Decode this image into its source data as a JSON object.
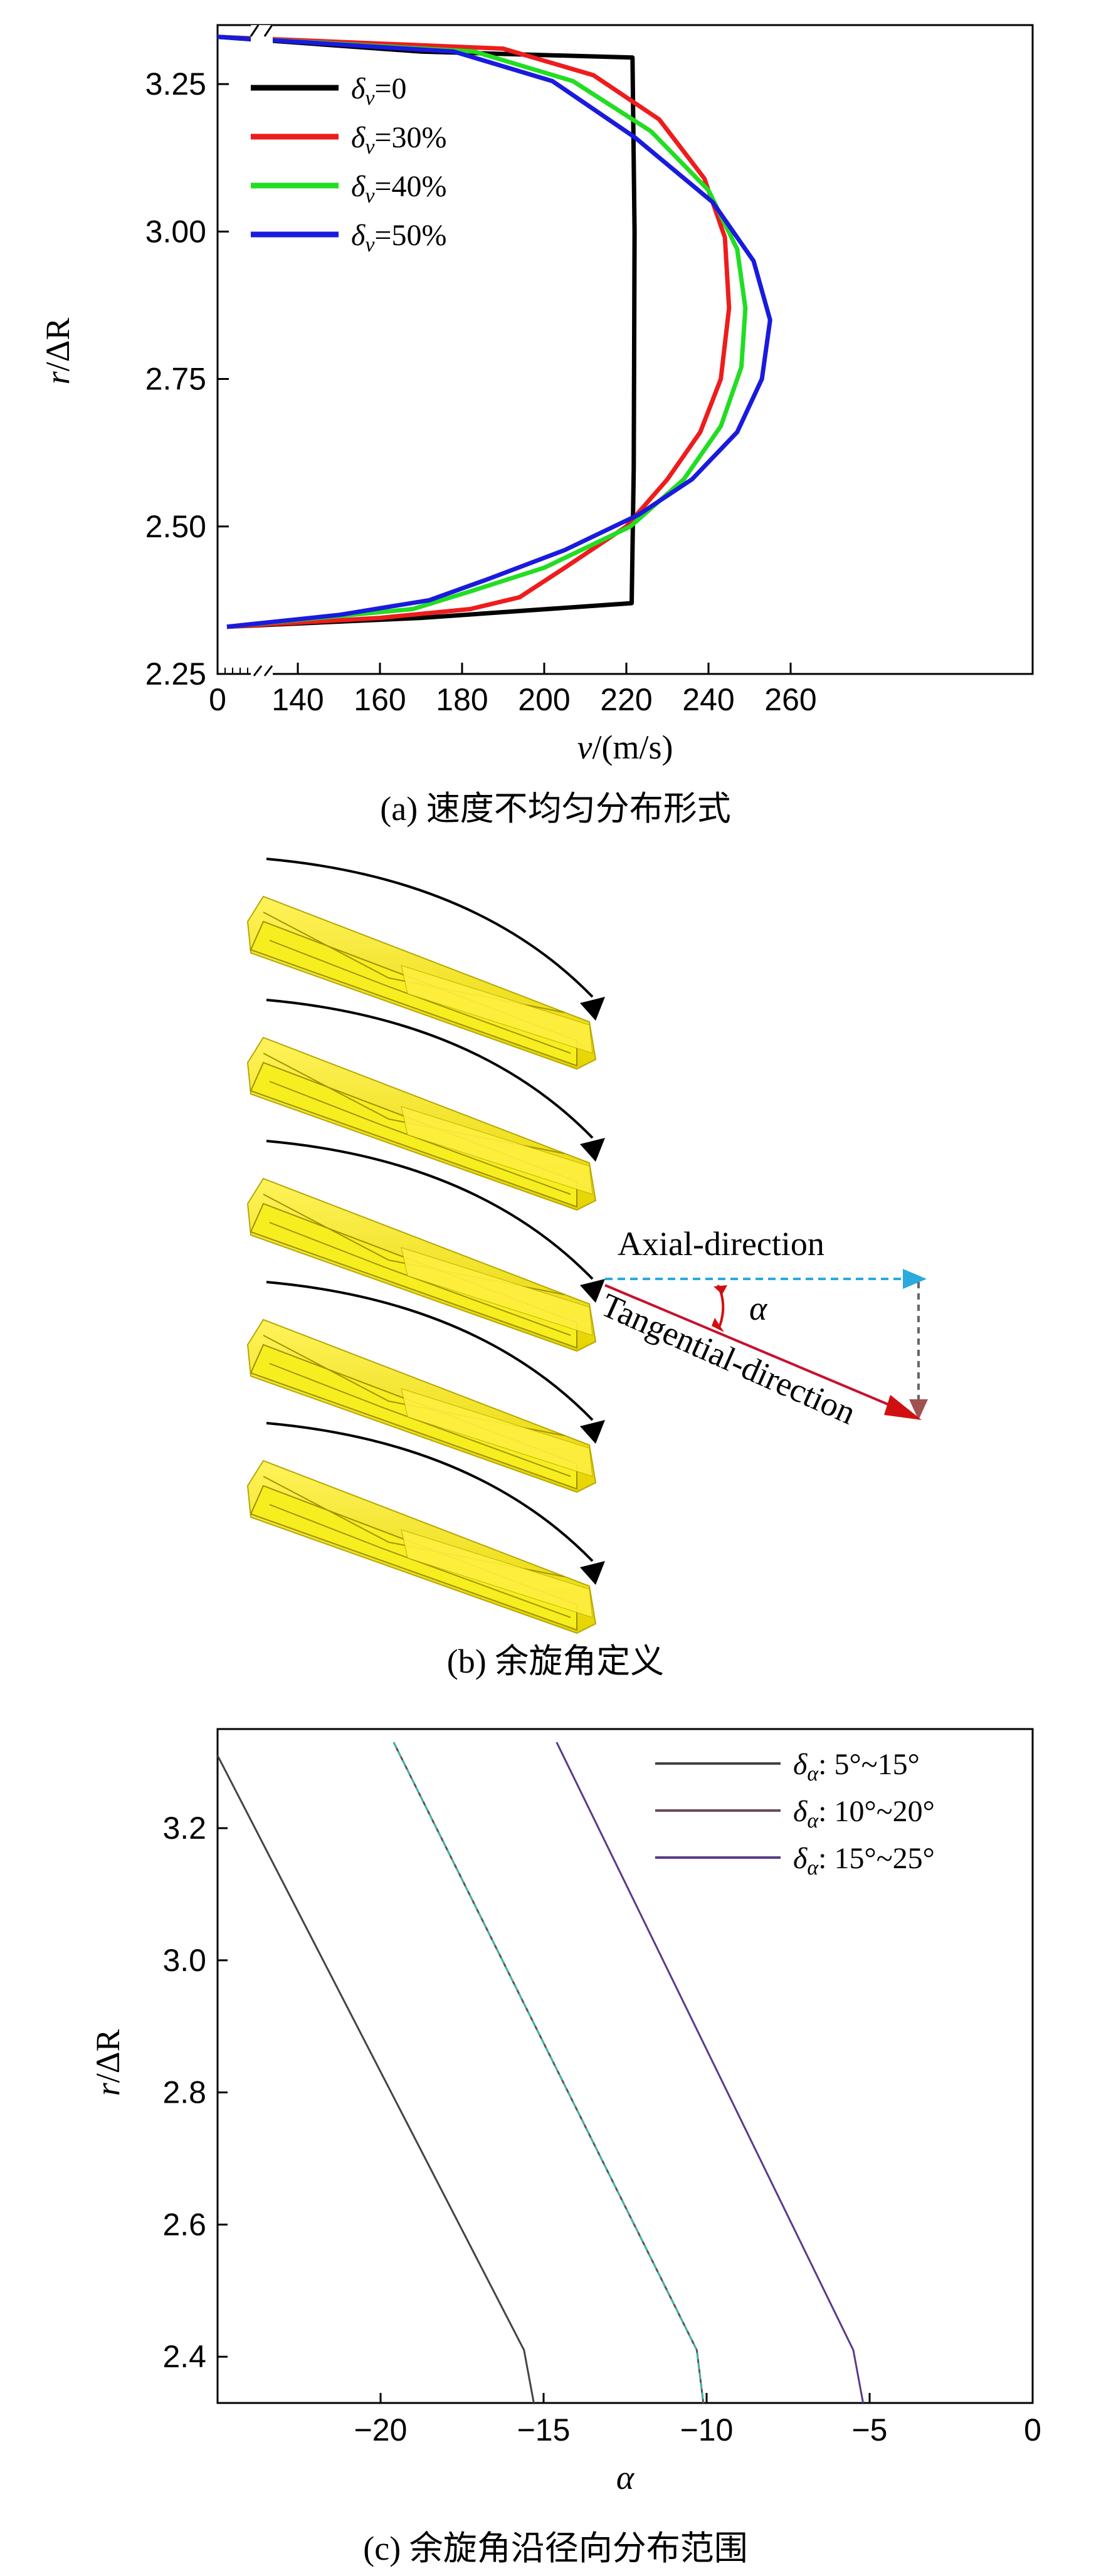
{
  "chart_data": [
    {
      "type": "line",
      "xlabel_var": "v",
      "xlabel_unit": "/(m/s)",
      "ylabel_var": "r",
      "ylabel_rest": "/ΔR",
      "xlim": [
        120,
        275
      ],
      "ylim": [
        2.25,
        3.35
      ],
      "x_ticks": [
        "0",
        "140",
        "160",
        "180",
        "200",
        "220",
        "240",
        "260"
      ],
      "y_ticks": [
        "2.25",
        "2.50",
        "2.75",
        "3.00",
        "3.25"
      ],
      "series": [
        {
          "name_sym": "δ",
          "name_sub": "v",
          "name_rest": "=0",
          "color": "#000000",
          "points": [
            [
              125,
              3.33
            ],
            [
              170,
              3.305
            ],
            [
              221.5,
              3.295
            ],
            [
              222,
              3.0
            ],
            [
              221.8,
              2.6
            ],
            [
              221.3,
              2.37
            ],
            [
              170,
              2.345
            ],
            [
              125,
              2.33
            ]
          ]
        },
        {
          "name_sym": "δ",
          "name_sub": "v",
          "name_rest": "=30%",
          "color": "#ee1c1c",
          "points": [
            [
              125,
              3.33
            ],
            [
              190,
              3.31
            ],
            [
              212,
              3.265
            ],
            [
              228,
              3.19
            ],
            [
              239,
              3.09
            ],
            [
              244,
              2.99
            ],
            [
              245,
              2.87
            ],
            [
              243,
              2.75
            ],
            [
              238,
              2.66
            ],
            [
              230,
              2.58
            ],
            [
              220,
              2.5
            ],
            [
              205,
              2.43
            ],
            [
              194,
              2.38
            ],
            [
              182,
              2.36
            ],
            [
              160,
              2.345
            ],
            [
              125,
              2.33
            ]
          ]
        },
        {
          "name_sym": "δ",
          "name_sub": "v",
          "name_rest": "=40%",
          "color": "#22dd22",
          "points": [
            [
              125,
              3.33
            ],
            [
              183,
              3.305
            ],
            [
              207,
              3.255
            ],
            [
              226,
              3.17
            ],
            [
              240,
              3.07
            ],
            [
              247,
              2.97
            ],
            [
              249,
              2.87
            ],
            [
              248,
              2.77
            ],
            [
              243,
              2.67
            ],
            [
              234,
              2.58
            ],
            [
              221,
              2.5
            ],
            [
              200,
              2.43
            ],
            [
              182,
              2.39
            ],
            [
              168,
              2.36
            ],
            [
              145,
              2.345
            ],
            [
              125,
              2.33
            ]
          ]
        },
        {
          "name_sym": "δ",
          "name_sub": "v",
          "name_rest": "=50%",
          "color": "#1a1adf",
          "points": [
            [
              125,
              3.33
            ],
            [
              178,
              3.305
            ],
            [
              202,
              3.255
            ],
            [
              222,
              3.16
            ],
            [
              241,
              3.05
            ],
            [
              251,
              2.95
            ],
            [
              255,
              2.85
            ],
            [
              253,
              2.75
            ],
            [
              247,
              2.66
            ],
            [
              236,
              2.58
            ],
            [
              223,
              2.52
            ],
            [
              205,
              2.46
            ],
            [
              186,
              2.41
            ],
            [
              172,
              2.375
            ],
            [
              150,
              2.35
            ],
            [
              125,
              2.33
            ]
          ]
        }
      ]
    },
    {
      "type": "line",
      "xlabel_var": "α",
      "ylabel_var": "r",
      "ylabel_rest": "/ΔR",
      "xlim": [
        -25,
        0
      ],
      "ylim": [
        2.33,
        3.35
      ],
      "x_ticks": [
        "−20",
        "−15",
        "−10",
        "−5",
        "0"
      ],
      "y_ticks": [
        "2.4",
        "2.6",
        "2.8",
        "3.0",
        "3.2"
      ],
      "series": [
        {
          "name_sym": "δ",
          "name_sub": "α",
          "name_rest": ": 5°~15°",
          "color": "#444444",
          "points": [
            [
              -25,
              3.31
            ],
            [
              -15.6,
              2.41
            ],
            [
              -15.3,
              2.33
            ]
          ]
        },
        {
          "name_sym": "δ",
          "name_sub": "α",
          "name_rest": ": 10°~20°",
          "color": "#6a4a5a",
          "points": [
            [
              -19.6,
              3.33
            ],
            [
              -10.3,
              2.41
            ],
            [
              -10.1,
              2.33
            ]
          ]
        },
        {
          "name_sym": "δ",
          "name_sub": "α",
          "name_rest": ": 15°~25°",
          "color": "#5a3a8a",
          "points": [
            [
              -14.6,
              3.33
            ],
            [
              -5.5,
              2.41
            ],
            [
              -5.2,
              2.33
            ]
          ]
        }
      ],
      "overlay_color": "#3cb8a8"
    }
  ],
  "captions": {
    "a": "(a) 速度不均匀分布形式",
    "b": "(b) 余旋角定义",
    "c": "(c) 余旋角沿径向分布范围"
  },
  "diagram": {
    "axial_label": "Axial-direction",
    "tangential_label": "Tangential-direction",
    "angle_label": "α",
    "blade_color": "#f2e600",
    "axial_color": "#2aaadd",
    "tangential_color": "#c8102e",
    "drop_color": "#666666"
  }
}
